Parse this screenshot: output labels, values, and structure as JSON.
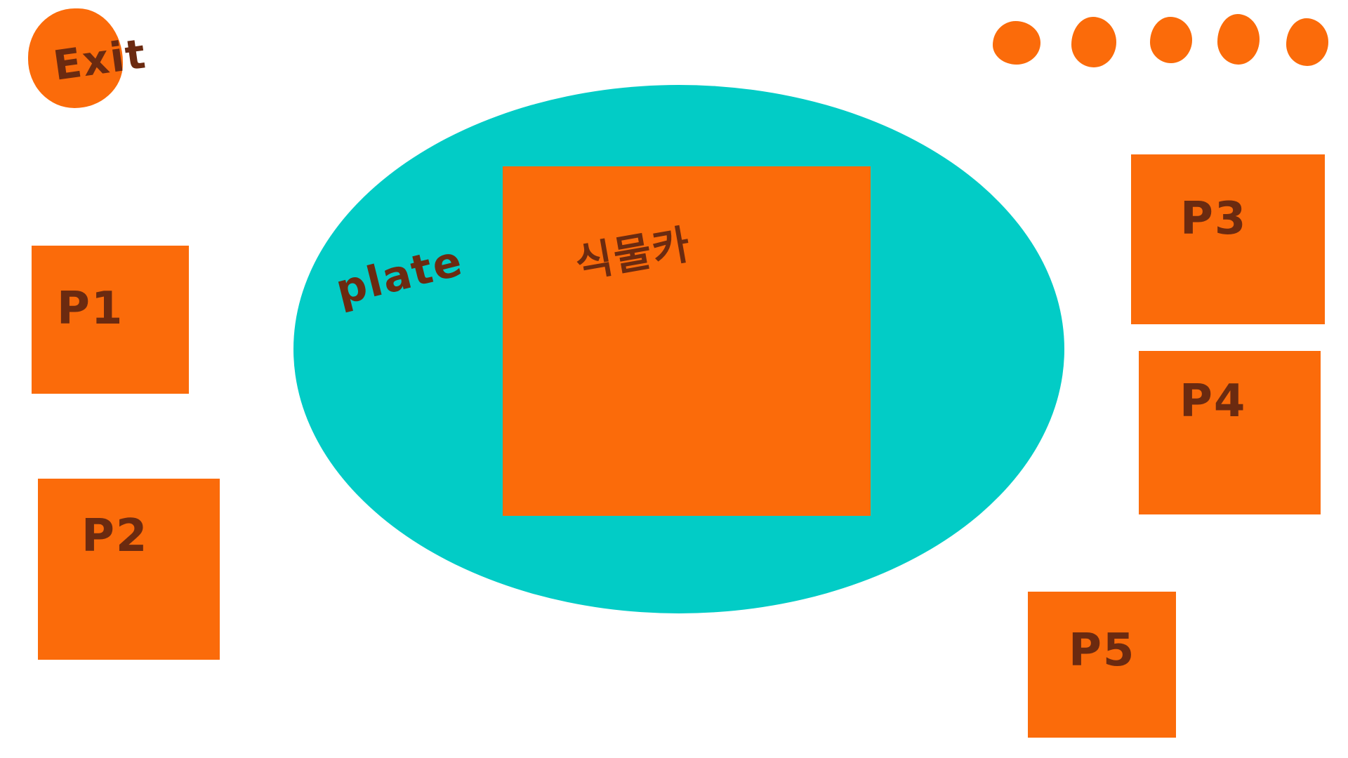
{
  "exit": {
    "label": "Exit"
  },
  "status_dots": [
    {
      "name": "indicator-1"
    },
    {
      "name": "indicator-2"
    },
    {
      "name": "indicator-3"
    },
    {
      "name": "indicator-4"
    },
    {
      "name": "indicator-5"
    }
  ],
  "board": {
    "label": "plate",
    "center_card": {
      "label": "식물카"
    }
  },
  "players": [
    {
      "id": "p1",
      "label": "P1"
    },
    {
      "id": "p2",
      "label": "P2"
    },
    {
      "id": "p3",
      "label": "P3"
    },
    {
      "id": "p4",
      "label": "P4"
    },
    {
      "id": "p5",
      "label": "P5"
    }
  ],
  "colors": {
    "card": "#fb6b0a",
    "board": "#02ccc6",
    "ink": "#6b2a10",
    "background": "#ffffff"
  }
}
